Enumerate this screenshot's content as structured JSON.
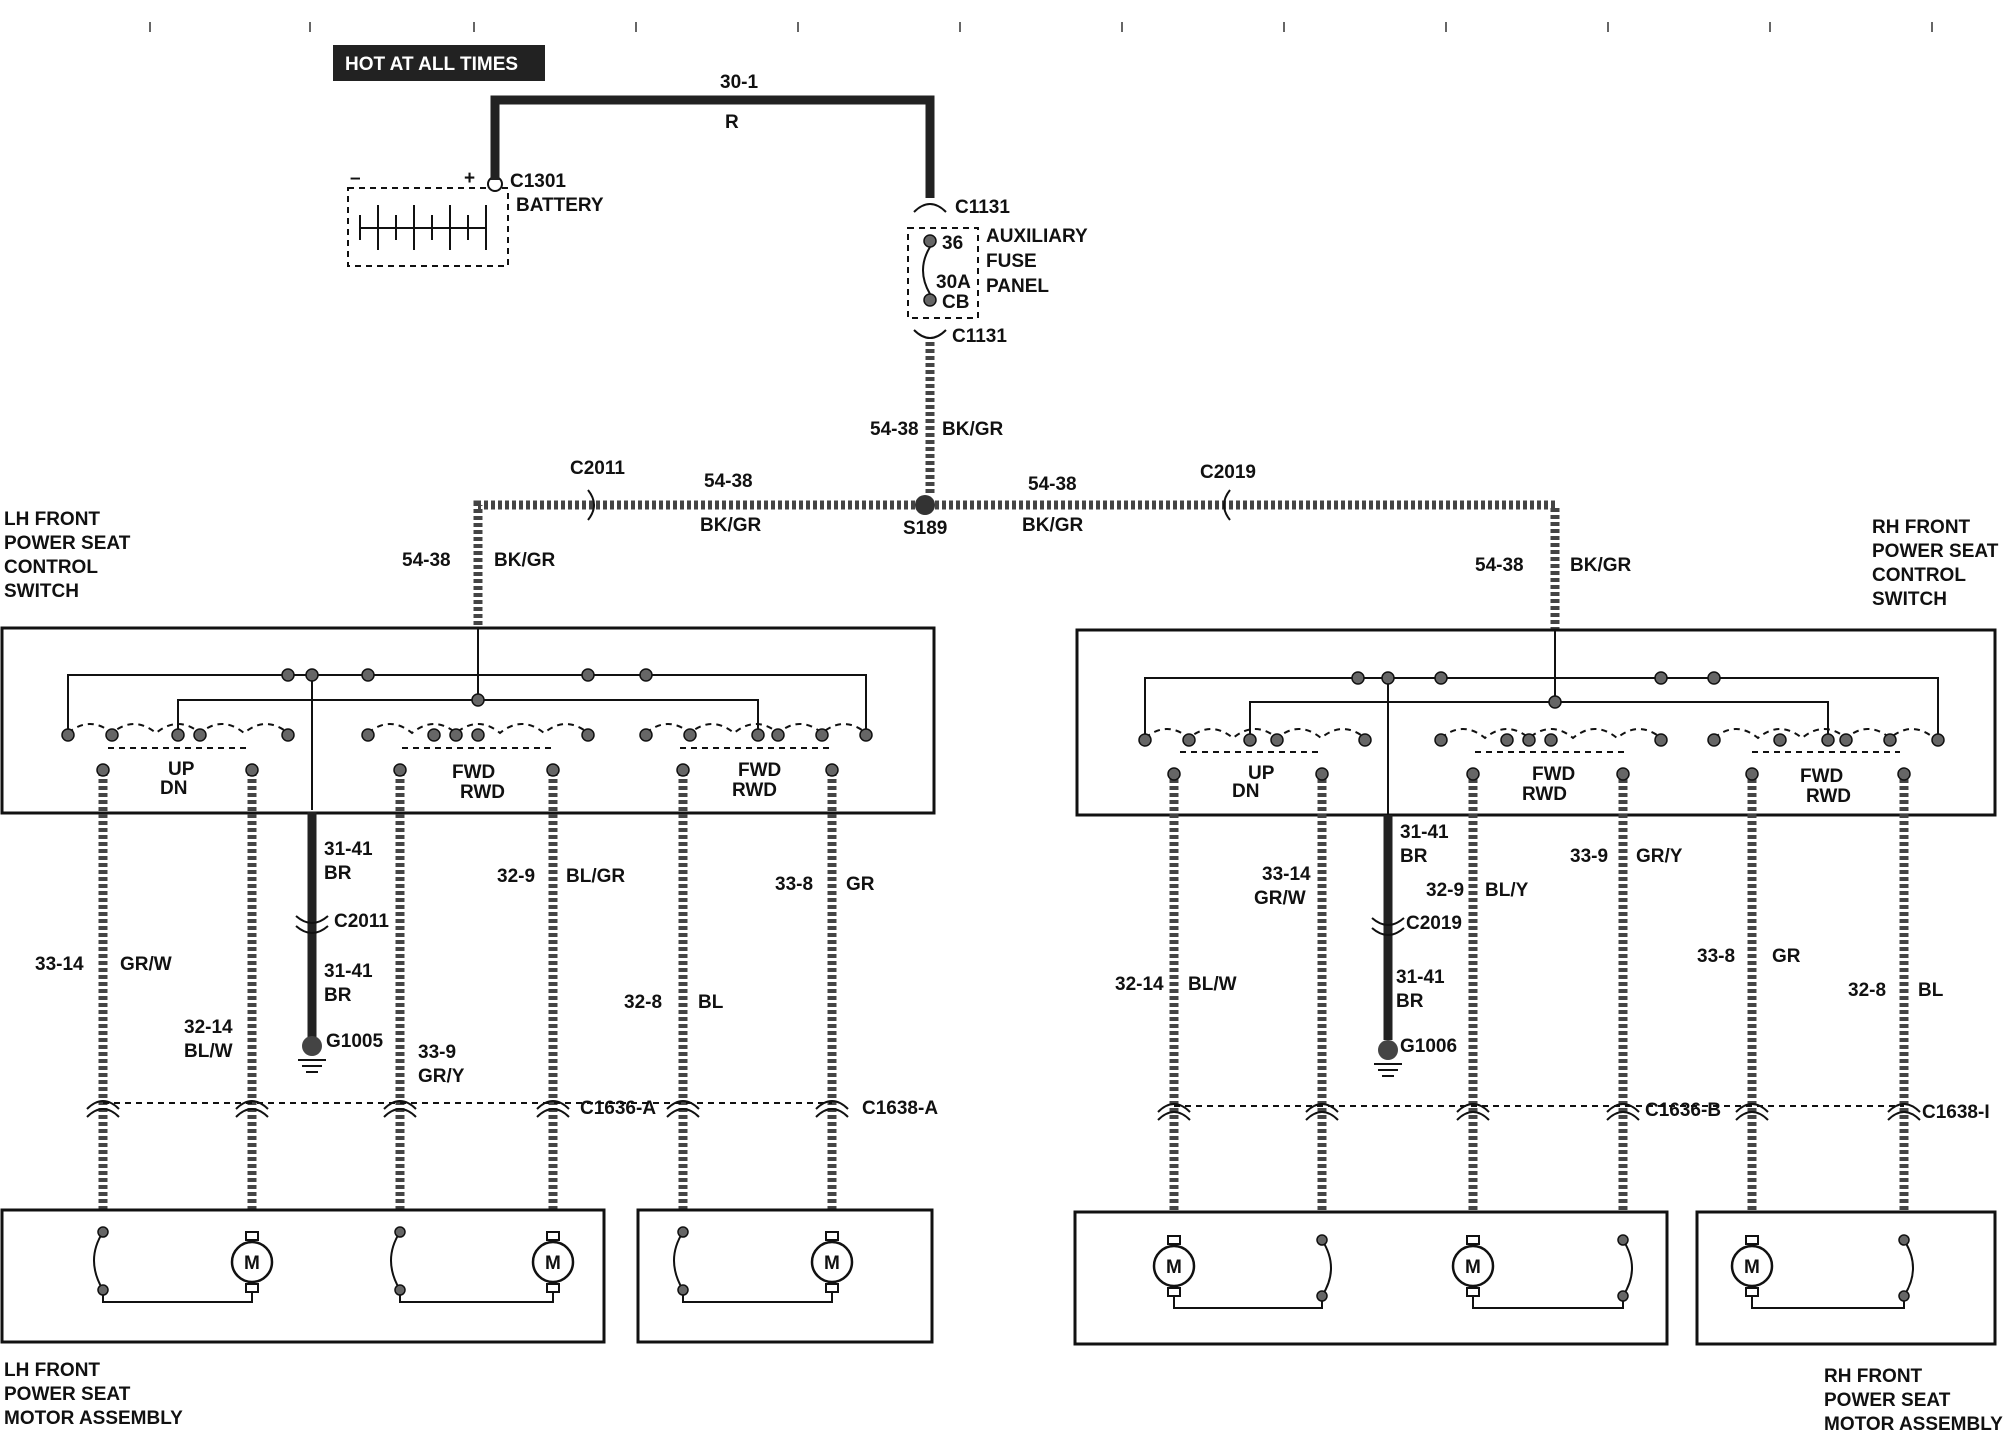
{
  "hot_label": "HOT AT ALL TIMES",
  "battery": {
    "connector": "C1301",
    "name": "BATTERY",
    "minus": "–",
    "plus": "+"
  },
  "top_wire": {
    "circuit": "30-1",
    "color": "R"
  },
  "fuse_panel": {
    "connector_top": "C1131",
    "connector_bottom": "C1131",
    "fuse_num": "36",
    "rating": "30A",
    "type": "CB",
    "name_1": "AUXILIARY",
    "name_2": "FUSE",
    "name_3": "PANEL"
  },
  "feed": {
    "circuit": "54-38",
    "color": "BK/GR"
  },
  "splice": {
    "id": "S189",
    "left_circuit": "54-38",
    "left_color": "BK/GR",
    "right_circuit": "54-38",
    "right_color": "BK/GR",
    "left_connector": "C2011",
    "right_connector": "C2019"
  },
  "lh_switch": {
    "line1": "LH FRONT",
    "line2": "POWER SEAT",
    "line3": "CONTROL",
    "line4": "SWITCH",
    "feed_circuit": "54-38",
    "feed_color": "BK/GR",
    "up": "UP",
    "dn": "DN",
    "fwd1": "FWD",
    "rwd1": "RWD",
    "fwd2": "FWD",
    "rwd2": "RWD"
  },
  "rh_switch": {
    "line1": "RH FRONT",
    "line2": "POWER SEAT",
    "line3": "CONTROL",
    "line4": "SWITCH",
    "feed_circuit": "54-38",
    "feed_color": "BK/GR",
    "up": "UP",
    "dn": "DN",
    "fwd1": "FWD",
    "rwd1": "RWD",
    "fwd2": "FWD",
    "rwd2": "RWD"
  },
  "lh_wires": {
    "w1_circuit": "33-14",
    "w1_color": "GR/W",
    "w2_circuit": "32-14",
    "w2_color": "BL/W",
    "gnd_circuit_top": "31-41",
    "gnd_color_top": "BR",
    "gnd_connector": "C2011",
    "gnd_circuit_bot": "31-41",
    "gnd_color_bot": "BR",
    "ground": "G1005",
    "w3_circuit": "33-9",
    "w3_color": "GR/Y",
    "w4_circuit": "32-9",
    "w4_color": "BL/GR",
    "w5_circuit": "32-8",
    "w5_color": "BL",
    "w6_circuit": "33-8",
    "w6_color": "GR",
    "conn_a": "C1636-A",
    "conn_b": "C1638-A"
  },
  "rh_wires": {
    "w1_circuit": "32-14",
    "w1_color": "BL/W",
    "w2_circuit": "33-14",
    "w2_color": "GR/W",
    "gnd_circuit_top": "31-41",
    "gnd_color_top": "BR",
    "gnd_connector": "C2019",
    "gnd_circuit_bot": "31-41",
    "gnd_color_bot": "BR",
    "ground": "G1006",
    "w3_circuit": "32-9",
    "w3_color": "BL/Y",
    "w4_circuit": "33-9",
    "w4_color": "GR/Y",
    "w5_circuit": "33-8",
    "w5_color": "GR",
    "w6_circuit": "32-8",
    "w6_color": "BL",
    "conn_a": "C1636-B",
    "conn_b": "C1638-I"
  },
  "motor_symbol": "M",
  "lh_motor": {
    "line1": "LH FRONT",
    "line2": "POWER SEAT",
    "line3": "MOTOR ASSEMBLY"
  },
  "rh_motor": {
    "line1": "RH FRONT",
    "line2": "POWER SEAT",
    "line3": "MOTOR ASSEMBLY"
  }
}
